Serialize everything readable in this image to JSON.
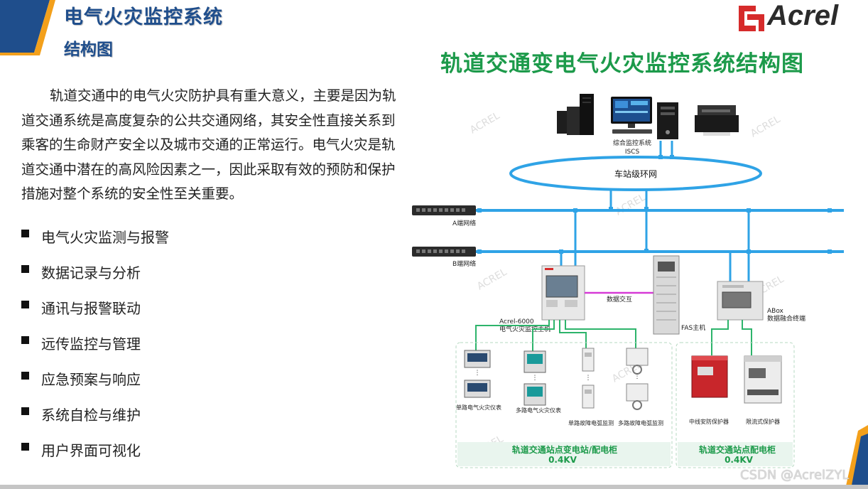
{
  "header": {
    "title": "电气火灾监控系统",
    "subtitle": "结构图",
    "brand": "Acrel"
  },
  "intro": "轨道交通中的电气火灾防护具有重大意义，主要是因为轨道交通系统是高度复杂的公共交通网络，其安全性直接关系到乘客的生命财产安全以及城市交通的正常运行。电气火灾是轨道交通中潜在的高风险因素之一，因此采取有效的预防和保护措施对整个系统的安全性至关重要。",
  "features": [
    "电气火灾监测与报警",
    "数据记录与分析",
    "通讯与报警联动",
    "远传监控与管理",
    "应急预案与响应",
    "系统自检与维护",
    "用户界面可视化"
  ],
  "diagram": {
    "title": "轨道交通变电气火灾监控系统结构图",
    "iscs_label_1": "综合监控系统",
    "iscs_label_2": "ISCS",
    "ring_label": "车站级环网",
    "net_a": "A端网络",
    "net_b": "B端网络",
    "host_label_1": "Acrel-6000",
    "host_label_2": "电气火灾监控主机",
    "data_exchange": "数据交互",
    "fas_label": "FAS主机",
    "abox_label_1": "ABox",
    "abox_label_2": "数据融合终端",
    "dev_single": "单路电气火灾仪表",
    "dev_multi": "多路电气火灾仪表",
    "dev_arc_single": "单路故障电弧监测",
    "dev_arc_multi": "多路故障电弧监测",
    "dev_neutral": "中线安防保护器",
    "dev_flow": "限流式保护器",
    "zone1_label": "轨道交通站点变电站/配电柜",
    "zone1_voltage": "0.4KV",
    "zone2_label": "轨道交通站点配电柜",
    "zone2_voltage": "0.4KV",
    "watermark": "ACREL"
  },
  "footer": {
    "credit": "CSDN @AcrelZYL"
  },
  "colors": {
    "title_blue": "#1f4e8c",
    "diagram_green": "#1c9a4a",
    "network_blue": "#2fa3e6",
    "brand_red": "#d62b2b",
    "accent_orange": "#f3a01b"
  }
}
